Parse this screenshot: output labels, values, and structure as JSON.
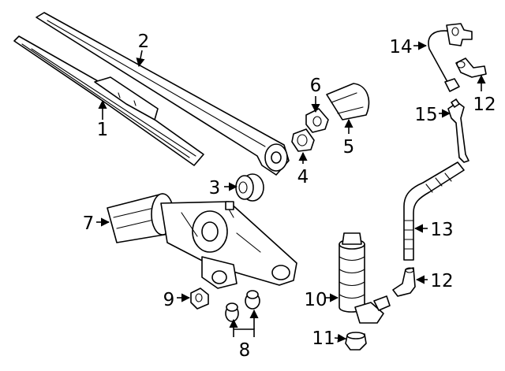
{
  "callouts": [
    {
      "id": "c1",
      "label": "1"
    },
    {
      "id": "c2",
      "label": "2"
    },
    {
      "id": "c3",
      "label": "3"
    },
    {
      "id": "c4",
      "label": "4"
    },
    {
      "id": "c5",
      "label": "5"
    },
    {
      "id": "c6",
      "label": "6"
    },
    {
      "id": "c7",
      "label": "7"
    },
    {
      "id": "c8",
      "label": "8"
    },
    {
      "id": "c9",
      "label": "9"
    },
    {
      "id": "c10",
      "label": "10"
    },
    {
      "id": "c11",
      "label": "11"
    },
    {
      "id": "c12a",
      "label": "12"
    },
    {
      "id": "c12b",
      "label": "12"
    },
    {
      "id": "c13",
      "label": "13"
    },
    {
      "id": "c14",
      "label": "14"
    },
    {
      "id": "c15",
      "label": "15"
    }
  ]
}
